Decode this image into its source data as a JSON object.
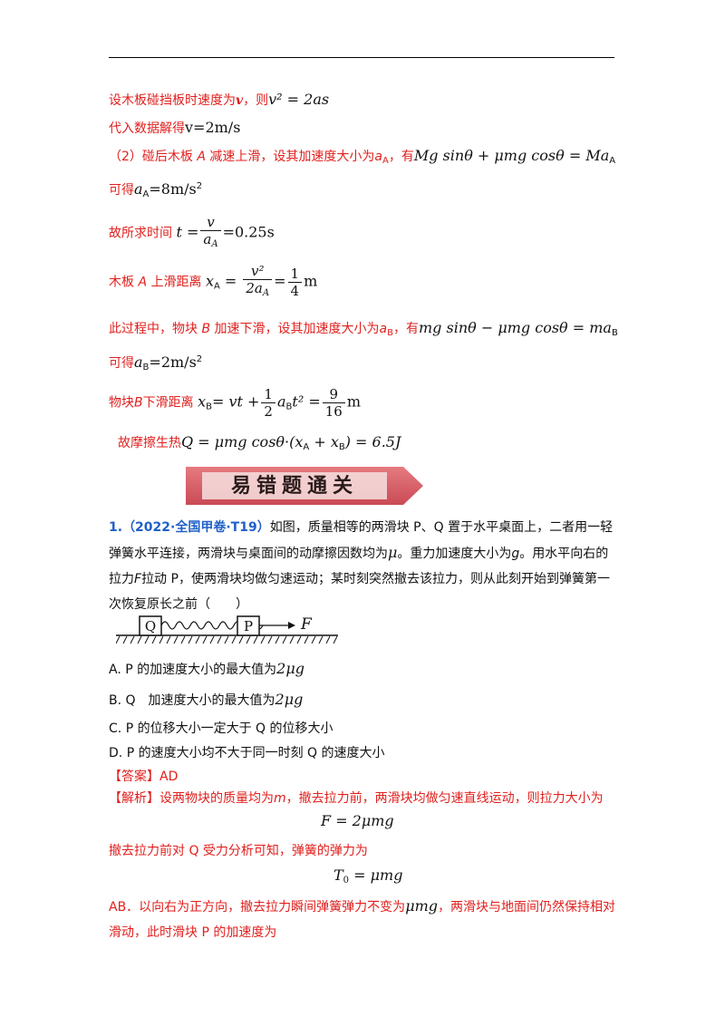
{
  "lines": {
    "l1_text": "设木板碰挡板时速度为",
    "l1_v": "v",
    "l1_then": "，则",
    "l1_formula": "v² = 2as",
    "l2_text": "代入数据解得",
    "l2_formula": "v=2m/s",
    "l3_text": "（2）碰后木板",
    "l3_A": "A",
    "l3_text2": "减速上滑，设其加速度大小为",
    "l3_aA": "a",
    "l3_sub": "A",
    "l3_text3": "，有",
    "l3_formula": "Mg sinθ + μmg cosθ = Ma",
    "l3_formula_sub": "A",
    "l4_text": "可得",
    "l4_formula": "a",
    "l4_sub": "A",
    "l4_value": "=8m/s",
    "l4_sup": "2",
    "l5_text": "故所求时间",
    "l5_t": "t =",
    "l5_num": "v",
    "l5_den": "a",
    "l5_den_sub": "A",
    "l5_value": "=0.25s",
    "l6_text": "木板",
    "l6_A": "A",
    "l6_text2": "上滑距离",
    "l6_x": "x",
    "l6_x_sub": "A",
    "l6_num1": "v²",
    "l6_den1": "2a",
    "l6_den1_sub": "A",
    "l6_num2": "1",
    "l6_den2": "4",
    "l6_unit": "m",
    "l7_text": "此过程中，物块",
    "l7_B": "B",
    "l7_text2": "加速下滑，设其加速度大小为",
    "l7_aB": "a",
    "l7_sub": "B",
    "l7_text3": "，有",
    "l7_formula": "mg sinθ − μmg cosθ = ma",
    "l7_formula_sub": "B",
    "l8_text": "可得",
    "l8_formula": "a",
    "l8_sub": "B",
    "l8_value": "=2m/s",
    "l8_sup": "2",
    "l9_text": "物块",
    "l9_B": "B",
    "l9_text2": "下滑距离",
    "l9_x": "x",
    "l9_x_sub": "B",
    "l9_eq": "= vt +",
    "l9_num1": "1",
    "l9_den1": "2",
    "l9_mid": "a",
    "l9_mid_sub": "B",
    "l9_mid2": "t² =",
    "l9_num2": "9",
    "l9_den2": "16",
    "l9_unit": "m",
    "l10_text": "故摩擦生热",
    "l10_formula": "Q = μmg cosθ·(x",
    "l10_sub1": "A",
    "l10_plus": " + x",
    "l10_sub2": "B",
    "l10_end": ") = 6.5J"
  },
  "banner": {
    "title": "易错题通关"
  },
  "question": {
    "number": "1.",
    "source": "（2022·全国甲卷·T19）",
    "stem": "如图，质量相等的两滑块 P、Q 置于水平桌面上，二者用一轻弹簧水平连接，两滑块与桌面间的动摩擦因数均为",
    "mu": "μ",
    "stem2": "。重力加速度大小为",
    "g": "g",
    "stem3": "。用水平向右的拉力",
    "F": "F",
    "stem4": "拉动 P，使两滑块均做匀速运动；某时刻突然撤去该拉力，则从此刻开始到弹簧第一次恢复原长之前（　　）"
  },
  "figure": {
    "block_q": "Q",
    "block_p": "P",
    "force": "F"
  },
  "options": [
    {
      "label": "A.",
      "text": "P 的加速度大小的最大值为",
      "formula": "2μg"
    },
    {
      "label": "B.",
      "text": "Q　加速度大小的最大值为",
      "formula": "2μg"
    },
    {
      "label": "C.",
      "text": "P 的位移大小一定大于 Q 的位移大小",
      "formula": ""
    },
    {
      "label": "D.",
      "text": "P 的速度大小均不大于同一时刻 Q 的速度大小",
      "formula": ""
    }
  ],
  "answer": {
    "label": "【答案】",
    "value": "AD"
  },
  "analysis": {
    "label": "【解析】",
    "t1": "设两物块的质量均为",
    "m": "m",
    "t2": "，撤去拉力前，两滑块均做匀速直线运动，则拉力大小为",
    "eq1": "F = 2μmg",
    "t3": "撤去拉力前对 Q 受力分析可知，弹簧的弹力为",
    "eq2_T": "T",
    "eq2_sub": "0",
    "eq2_rest": " = μmg",
    "ab": "AB．以向右为正方向，撤去拉力瞬间弹簧弹力不变为",
    "ab_mu": "μmg",
    "ab2": "，两滑块与地面间仍然保持相对滑动，此时滑块 P 的加速度为"
  },
  "colors": {
    "red": "#e1201e",
    "blue": "#2060c8",
    "banner_fill": "#d9626a"
  }
}
